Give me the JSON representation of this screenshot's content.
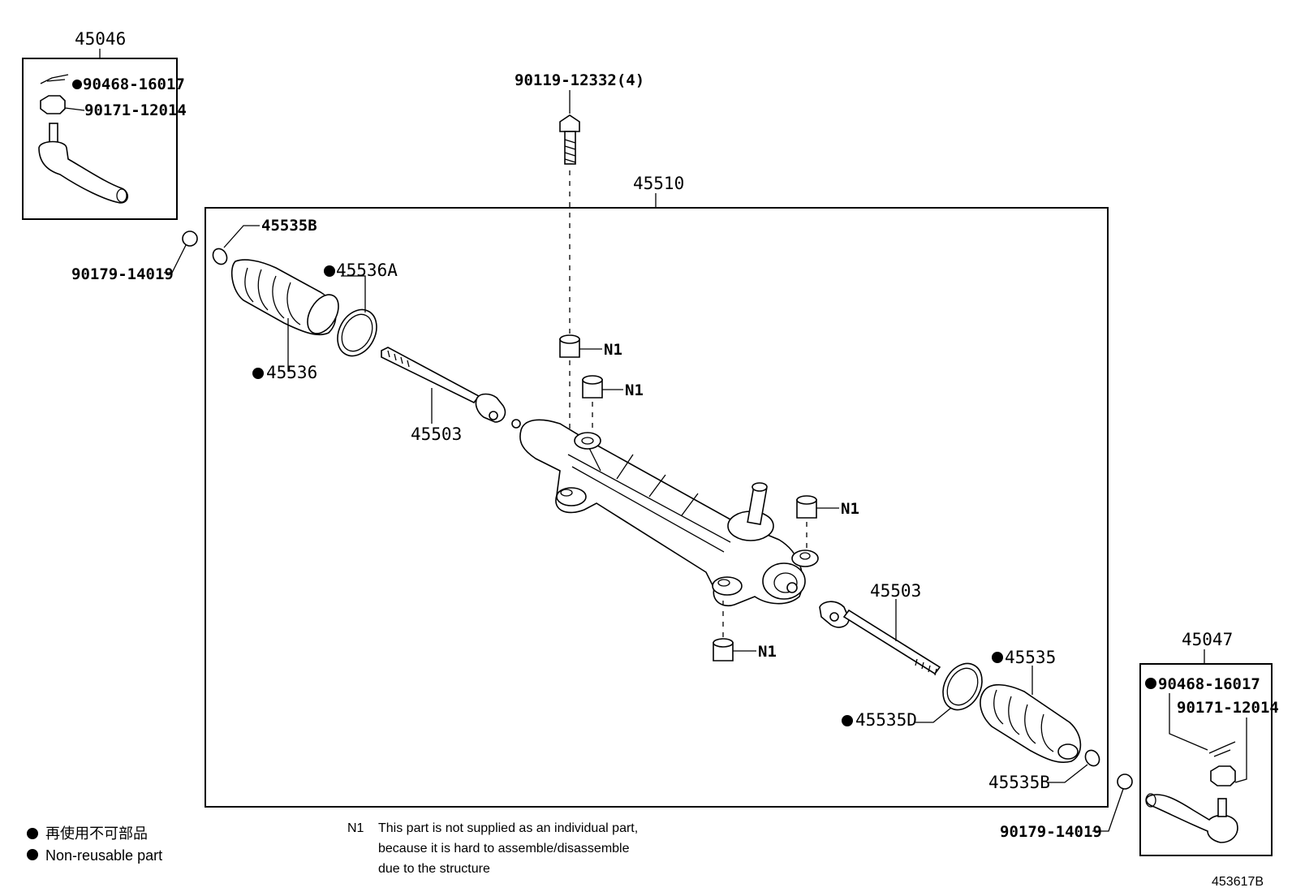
{
  "labels": {
    "assembly_left_tie_rod_end": "45046",
    "assembly_right_tie_rod_end": "45047",
    "assembly_gear": "45510",
    "bolt": "90119-12332(4)",
    "cotter_pin_left": "90468-16017",
    "nut_left": "90171-12014",
    "cotter_pin_right": "90468-16017",
    "nut_right": "90171-12014",
    "lock_nut_left": "90179-14019",
    "lock_nut_right": "90179-14019",
    "clip_left": "45535B",
    "clip_right": "45535B",
    "clamp_left": "45536A",
    "boot_left": "45536",
    "boot_right": "45535",
    "clamp_right": "45535D",
    "rack_end_left": "45503",
    "rack_end_right": "45503",
    "n1_a": "N1",
    "n1_b": "N1",
    "n1_c": "N1",
    "n1_d": "N1",
    "image_code": "453617B"
  },
  "legend": {
    "line_jp": "再使用不可部品",
    "line_en": "Non-reusable part"
  },
  "note": {
    "tag": "N1",
    "line1": "This part is not supplied as an individual part,",
    "line2": "because it is hard to assemble/disassemble",
    "line3": "due to the structure"
  }
}
